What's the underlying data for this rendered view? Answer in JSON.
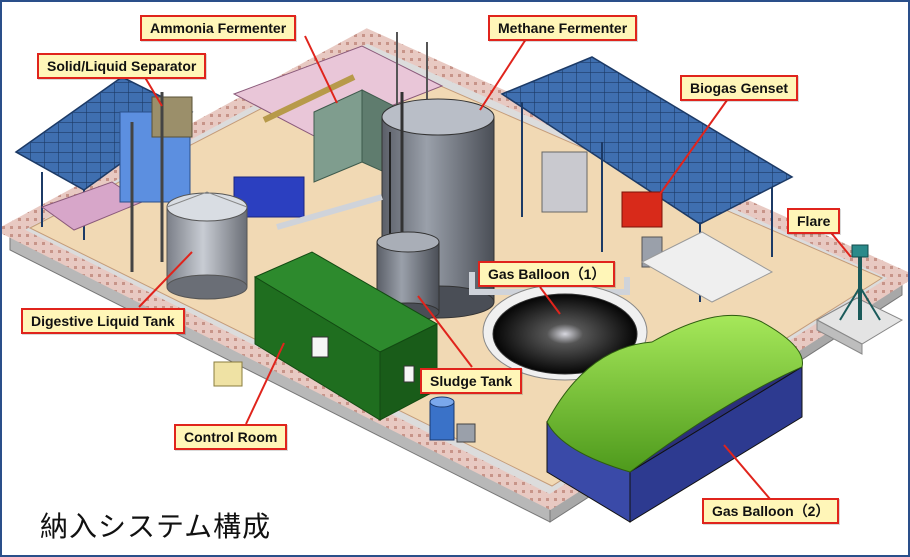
{
  "callouts": {
    "ammonia_fermenter": "Ammonia Fermenter",
    "methane_fermenter": "Methane Fermenter",
    "solid_liquid_separator": "Solid/Liquid Separator",
    "biogas_genset": "Biogas Genset",
    "flare": "Flare",
    "gas_balloon_1": "Gas Balloon（1）",
    "digestive_liquid_tank": "Digestive Liquid Tank",
    "sludge_tank": "Sludge Tank",
    "control_room": "Control Room",
    "gas_balloon_2": "Gas Balloon（2）"
  },
  "caption": "納入システム構成",
  "colors": {
    "callout_fill": "#fff6b8",
    "callout_border": "#e0241c",
    "leader_line": "#e0241c",
    "frame": "#2a4f8a"
  }
}
